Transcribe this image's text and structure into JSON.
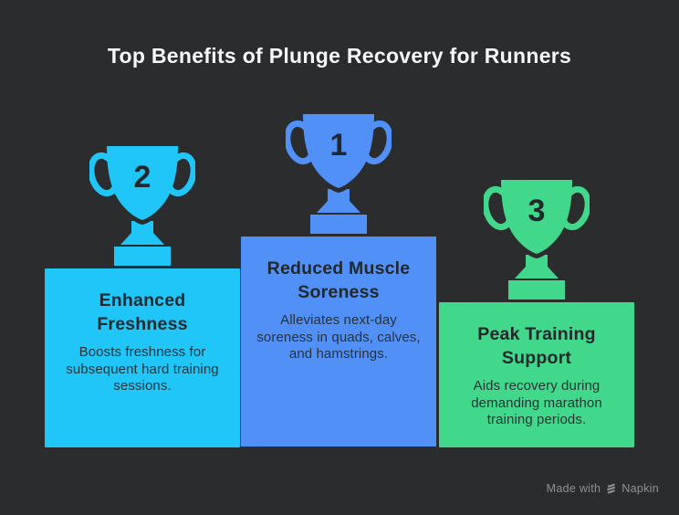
{
  "canvas": {
    "bg": "#2b2c2e"
  },
  "title": "Top Benefits of Plunge Recovery for Runners",
  "colors": {
    "title_text": "#f7f7f7",
    "dark_text": "#22282c",
    "desc_text": "#2a3236",
    "watermark": "#8e9295"
  },
  "podium": [
    {
      "rank": "2",
      "title": "Enhanced Freshness",
      "description": "Boosts freshness for subsequent hard training sessions.",
      "color": "#1fc6f7"
    },
    {
      "rank": "1",
      "title": "Reduced Muscle Soreness",
      "description": "Alleviates next-day soreness in quads, calves, and hamstrings.",
      "color": "#5090f7"
    },
    {
      "rank": "3",
      "title": "Peak Training Support",
      "description": "Aids recovery during demanding marathon training periods.",
      "color": "#42d88b"
    }
  ],
  "watermark": {
    "prefix": "Made with",
    "brand": "Napkin"
  }
}
